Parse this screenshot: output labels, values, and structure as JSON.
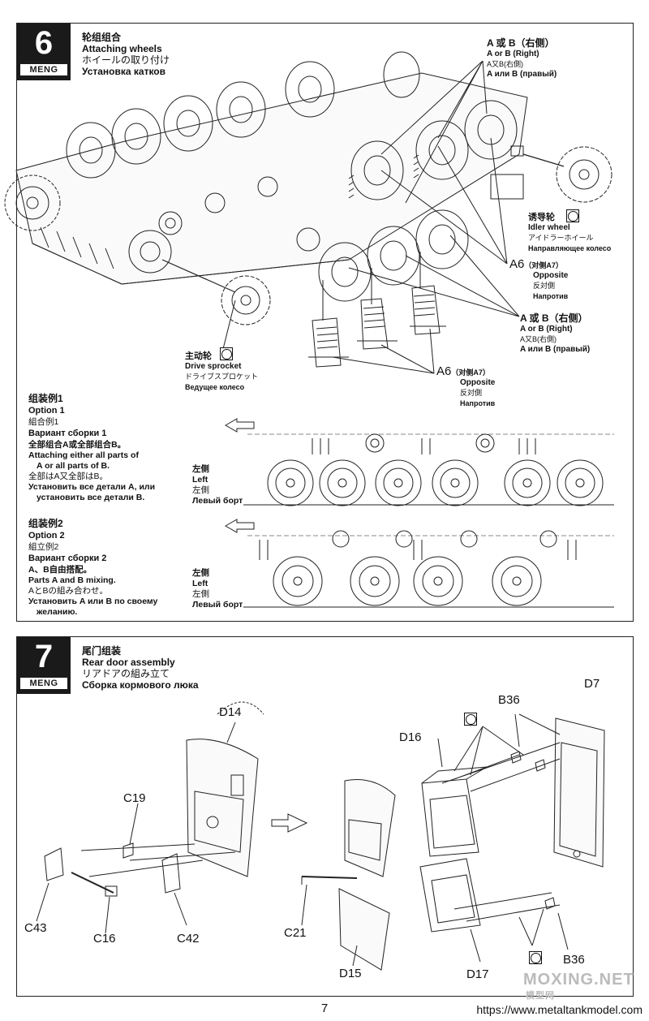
{
  "step6": {
    "number": "6",
    "brand": "MENG",
    "title_cn": "轮组组合",
    "title_en": "Attaching wheels",
    "title_jp": "ホイールの取り付け",
    "title_ru": "Установка катков",
    "label_ab_top": {
      "cn": "A 或 B（右侧）",
      "en": "A or B (Right)",
      "jp": "A又B(右側)",
      "ru": "A или B (правый)"
    },
    "idler": {
      "cn": "诱导轮",
      "en": "Idler wheel",
      "jp": "アイドラーホイール",
      "ru": "Направляющее колесо"
    },
    "a6_mid": {
      "code": "A6",
      "cn": "（对侧A7）",
      "en": "Opposite",
      "jp": "反対側",
      "ru": "Напротив"
    },
    "label_ab_mid": {
      "cn": "A 或 B（右侧）",
      "en": "A or B (Right)",
      "jp": "A又B(右側)",
      "ru": "A или B (правый)"
    },
    "sprocket": {
      "cn": "主动轮",
      "en": "Drive sprocket",
      "jp": "ドライブスプロケット",
      "ru": "Ведущее колесо"
    },
    "a6_bottom": {
      "code": "A6",
      "cn": "（对侧A7）",
      "en": "Opposite",
      "jp": "反対側",
      "ru": "Напротив"
    },
    "option1": {
      "cn": "组装例1",
      "en": "Option 1",
      "jp": "組合例1",
      "ru": "Вариант сборки 1",
      "lines": [
        "全部组合A或全部组合B。",
        "Attaching either all parts of",
        "A or all parts of B.",
        "全部はA又全部はB。",
        "Установить все детали A, или",
        "установить все детали B."
      ],
      "side": {
        "cn": "左侧",
        "en": "Left",
        "jp": "左側",
        "ru": "Левый борт"
      }
    },
    "option2": {
      "cn": "组装例2",
      "en": "Option 2",
      "jp": "組立例2",
      "ru": "Вариант сборки 2",
      "lines": [
        "A、B自由搭配。",
        "Parts A and B mixing.",
        "AとBの組み合わせ。",
        "Установить A или B по своему",
        "желанию."
      ],
      "side": {
        "cn": "左侧",
        "en": "Left",
        "jp": "左側",
        "ru": "Левый борт"
      }
    }
  },
  "step7": {
    "number": "7",
    "brand": "MENG",
    "title_cn": "尾门组装",
    "title_en": "Rear door assembly",
    "title_jp": "リアドアの組み立て",
    "title_ru": "Сборка кормового люка",
    "parts": {
      "d14": "D14",
      "c19": "C19",
      "c43": "C43",
      "c16": "C16",
      "c42": "C42",
      "d16": "D16",
      "b36_top": "B36",
      "d7": "D7",
      "c21": "C21",
      "d15": "D15",
      "d17": "D17",
      "b36_bottom": "B36"
    }
  },
  "footer": {
    "page": "7",
    "site": "https://www.metaltankmodel.com",
    "watermark": "MOXING.NET",
    "watermark_sub": "模型网"
  }
}
